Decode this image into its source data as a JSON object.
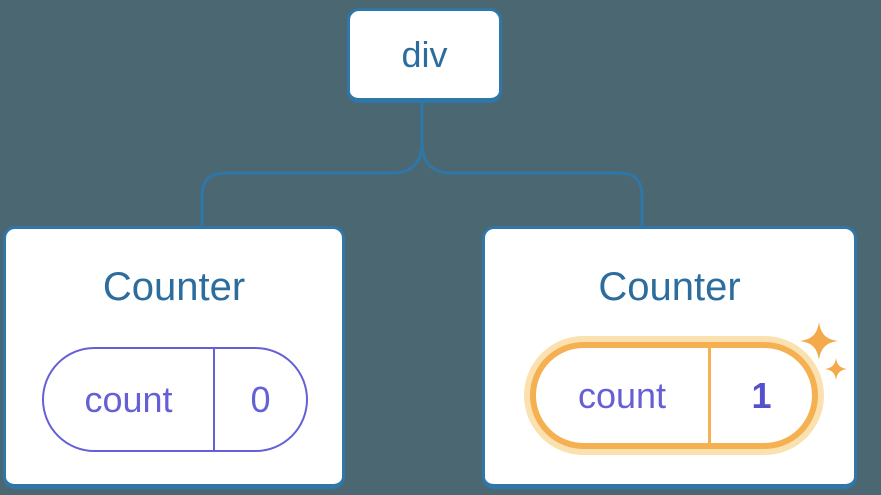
{
  "diagram": {
    "description": "react-component-tree-with-state",
    "root": {
      "label": "div"
    },
    "children": [
      {
        "title": "Counter",
        "state": {
          "key": "count",
          "value": "0"
        },
        "highlighted": false
      },
      {
        "title": "Counter",
        "state": {
          "key": "count",
          "value": "1"
        },
        "highlighted": true,
        "sparkle_icons": [
          "sparkle-large-icon",
          "sparkle-small-icon"
        ]
      }
    ]
  },
  "colors": {
    "background": "#4B6772",
    "card-bg": "#FFFFFF",
    "blue-border": "#2E77A8",
    "blue-text": "#2C6D9E",
    "purple": "#6560D6",
    "purple-bold": "#5551CE",
    "orange": "#F5B052",
    "orange-glow": "#FBE0B0",
    "sparkle": "#F4AA4A"
  }
}
